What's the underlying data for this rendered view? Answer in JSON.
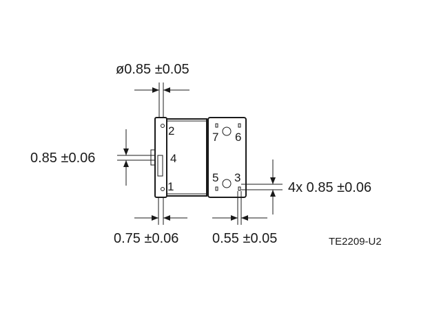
{
  "dimensions": {
    "pin_diameter": "ø0.85 ±0.05",
    "pin4_height": "0.85 ±0.06",
    "pad_size": "4x 0.85 ±0.06",
    "left_offset": "0.75 ±0.06",
    "right_offset": "0.55 ±0.05"
  },
  "pins": [
    "1",
    "2",
    "3",
    "4",
    "5",
    "6",
    "7"
  ],
  "drawing_ref": "TE2209-U2"
}
